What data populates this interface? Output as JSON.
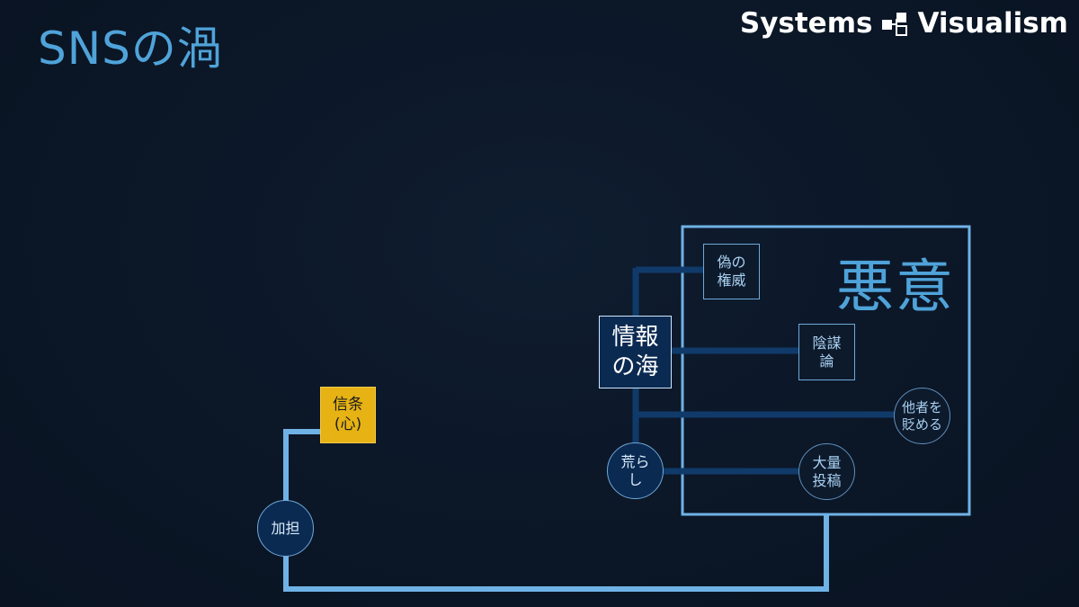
{
  "title": "SNSの渦",
  "brand": {
    "left": "Systems",
    "right": "Visualism"
  },
  "region_label": "悪意",
  "nodes": {
    "joho": [
      "情報",
      "の海"
    ],
    "nise": [
      "偽の",
      "権威"
    ],
    "inbo": [
      "陰謀",
      "論"
    ],
    "tasha": [
      "他者を",
      "貶める"
    ],
    "taryo": [
      "大量",
      "投稿"
    ],
    "arashi": [
      "荒ら",
      "し"
    ],
    "shinjo": [
      "信条",
      "(心)"
    ],
    "katan": [
      "加担"
    ]
  },
  "colors": {
    "background": "#0c1828",
    "title": "#4fa3d9",
    "frame": "#6fb2e6",
    "wire_dark": "#103a6a",
    "yellow": "#e6b214"
  }
}
